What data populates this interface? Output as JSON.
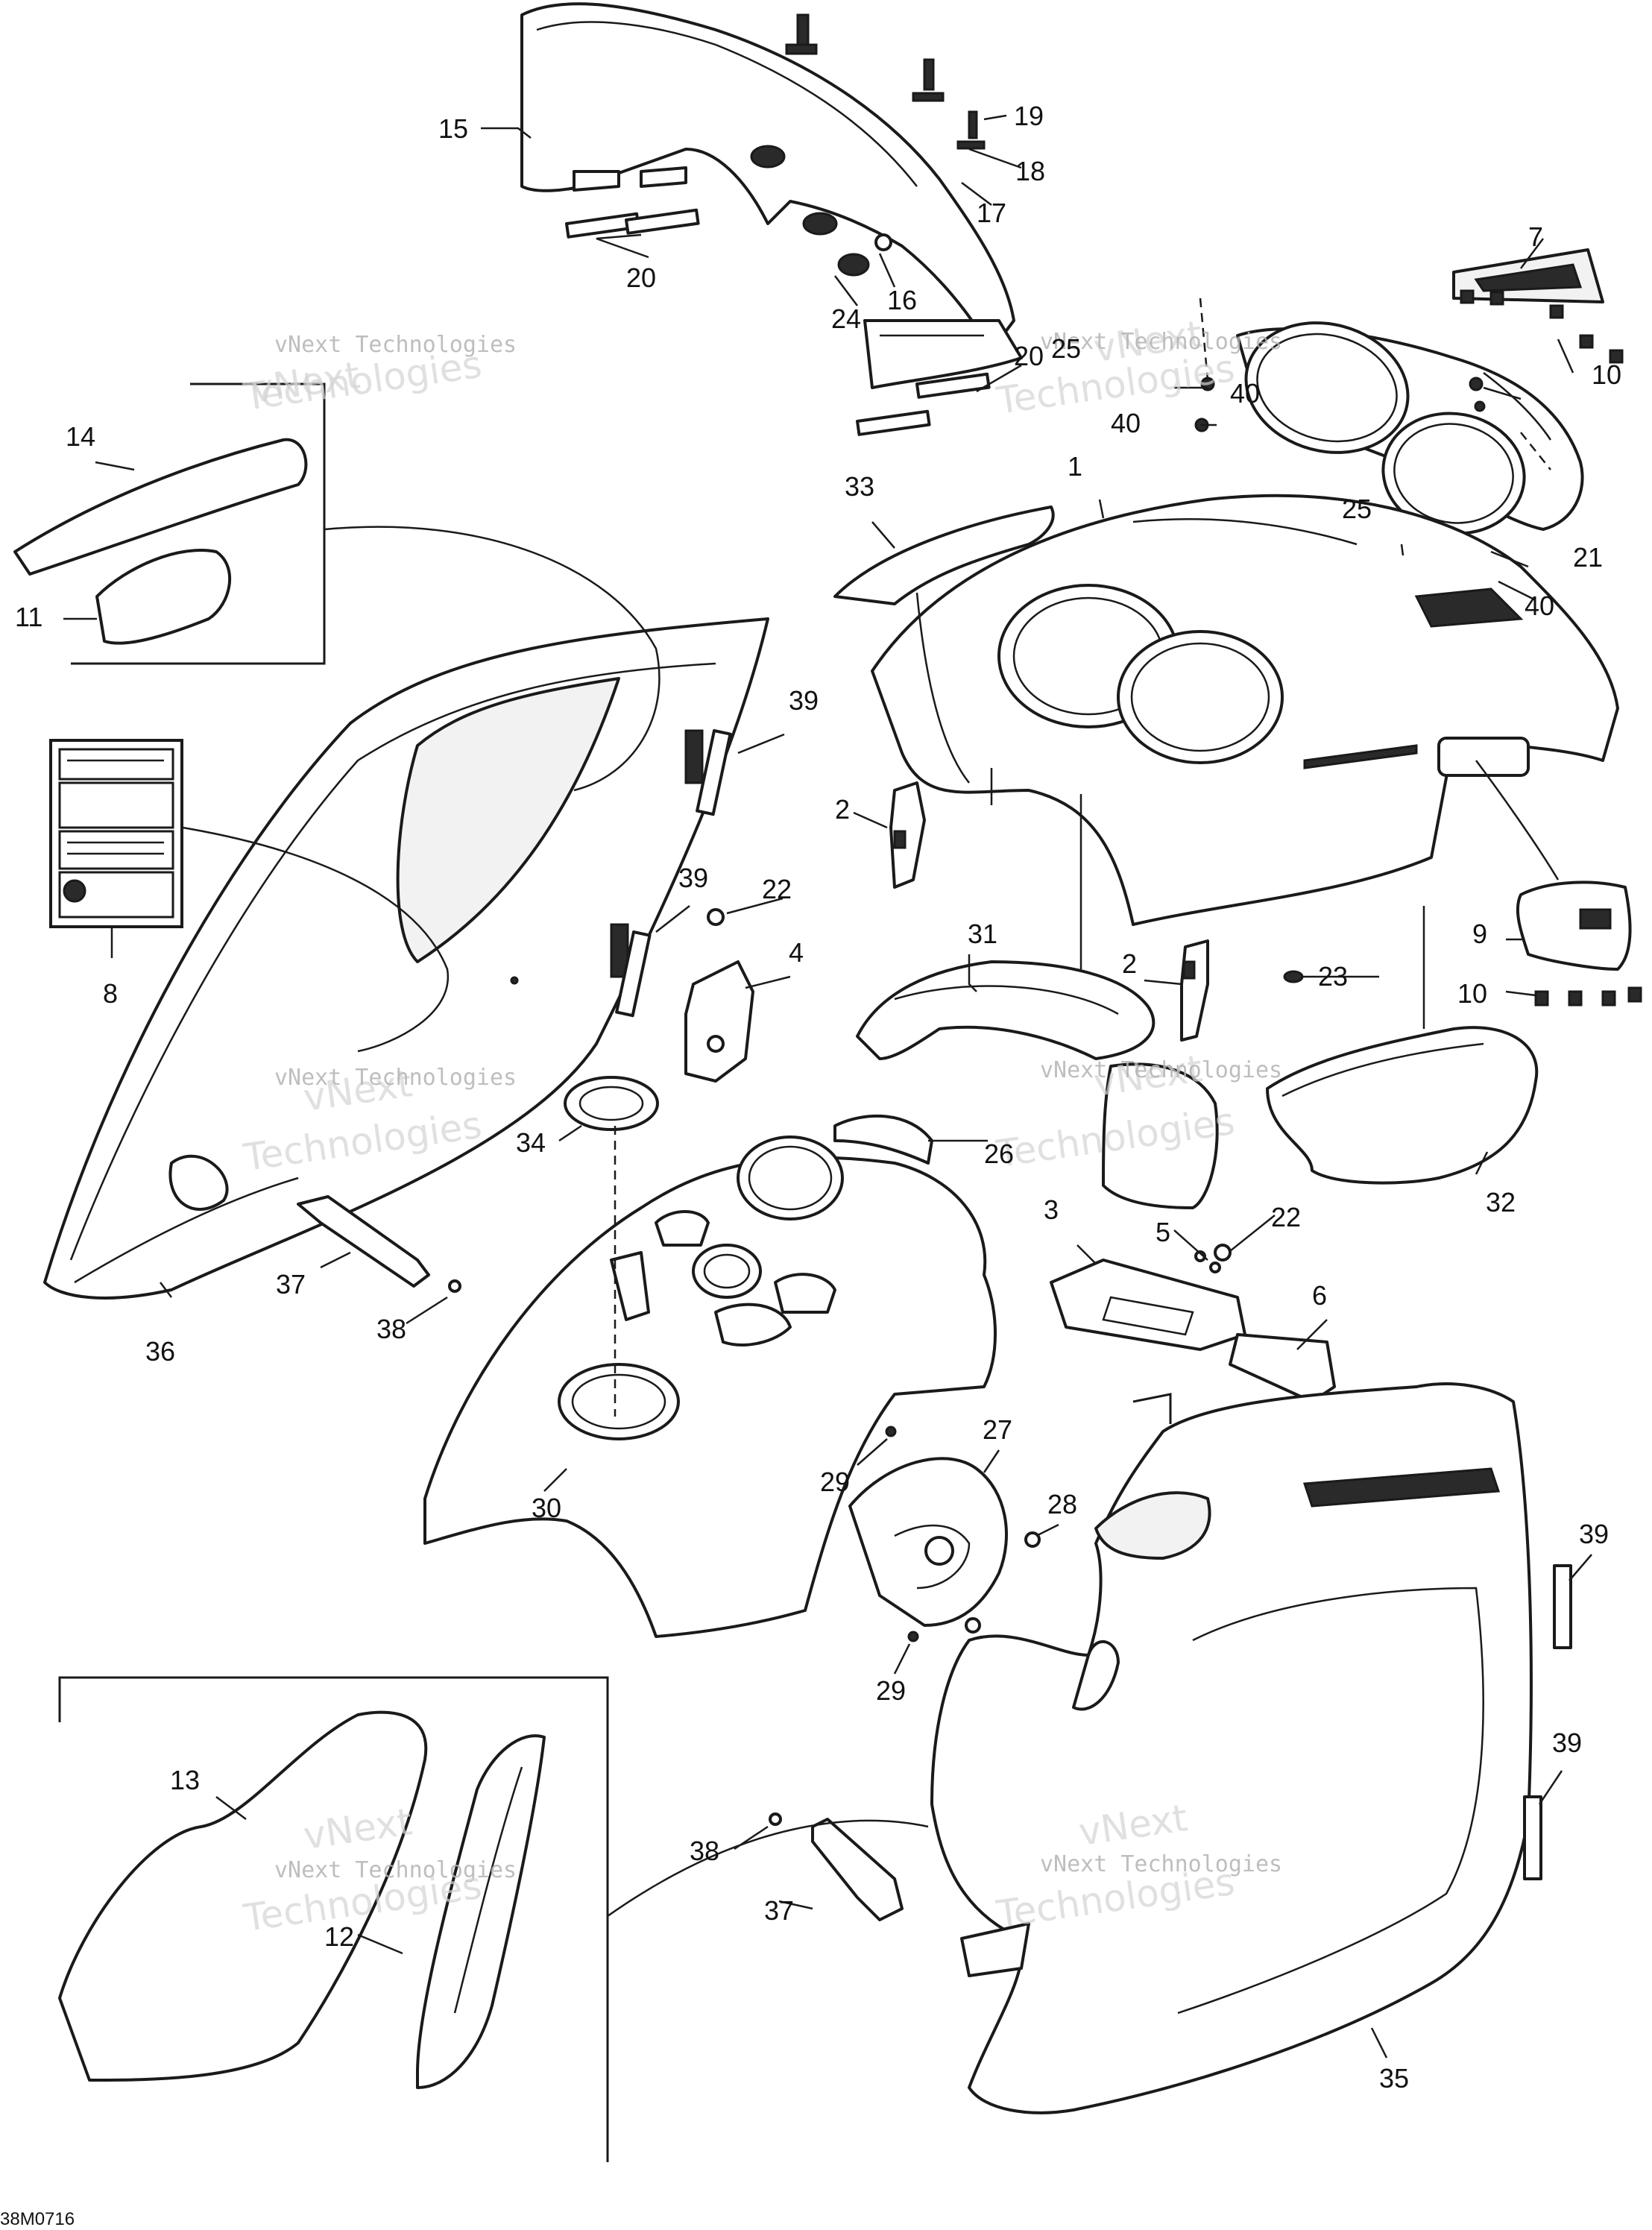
{
  "diagram": {
    "drawing_code": "38M0716",
    "watermark": {
      "line1": "vNext Technologies",
      "line2": "Technologies",
      "line3": "vNext"
    },
    "callouts": [
      "1",
      "2",
      "2",
      "3",
      "4",
      "5",
      "6",
      "7",
      "8",
      "9",
      "10",
      "10",
      "11",
      "12",
      "13",
      "14",
      "15",
      "16",
      "17",
      "18",
      "19",
      "20",
      "20",
      "21",
      "22",
      "22",
      "23",
      "24",
      "25",
      "25",
      "26",
      "27",
      "28",
      "29",
      "29",
      "30",
      "31",
      "32",
      "33",
      "34",
      "35",
      "36",
      "37",
      "37",
      "38",
      "38",
      "39",
      "39",
      "39",
      "39",
      "40",
      "40",
      "40"
    ]
  }
}
